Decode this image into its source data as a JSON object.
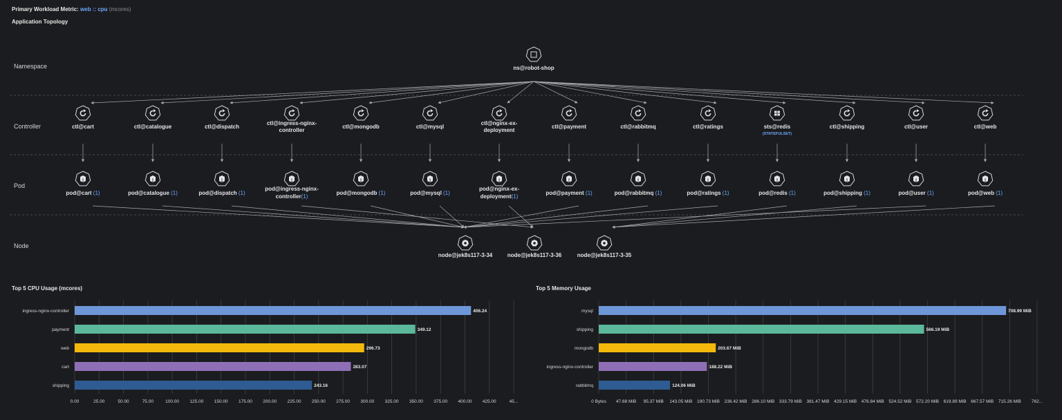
{
  "header": {
    "metric_label": "Primary Workload Metric:",
    "metric_link": "web :: cpu",
    "metric_unit": "(mcores)",
    "topology_title": "Application Topology"
  },
  "rows": {
    "namespace": "Namespace",
    "controller": "Controller",
    "pod": "Pod",
    "node": "Node"
  },
  "namespace": {
    "label": "ns@robot-shop"
  },
  "controllers": [
    {
      "label": "ctl@cart",
      "icon": "refresh-icon"
    },
    {
      "label": "ctl@catalogue",
      "icon": "refresh-icon"
    },
    {
      "label": "ctl@dispatch",
      "icon": "refresh-icon"
    },
    {
      "label": "ctl@ingress-nginx-controller",
      "icon": "refresh-icon"
    },
    {
      "label": "ctl@mongodb",
      "icon": "refresh-icon"
    },
    {
      "label": "ctl@mysql",
      "icon": "refresh-icon"
    },
    {
      "label": "ctl@nginx-ex-deployment",
      "icon": "refresh-icon"
    },
    {
      "label": "ctl@payment",
      "icon": "refresh-icon"
    },
    {
      "label": "ctl@rabbitmq",
      "icon": "refresh-icon"
    },
    {
      "label": "ctl@ratings",
      "icon": "refresh-icon"
    },
    {
      "label": "sts@redis",
      "sub": "(STATEFULSET)",
      "icon": "statefulset-icon"
    },
    {
      "label": "ctl@shipping",
      "icon": "refresh-icon"
    },
    {
      "label": "ctl@user",
      "icon": "refresh-icon"
    },
    {
      "label": "ctl@web",
      "icon": "refresh-icon"
    }
  ],
  "pods": [
    {
      "label": "pod@cart",
      "count": "(1)"
    },
    {
      "label": "pod@catalogue",
      "count": "(1)"
    },
    {
      "label": "pod@dispatch",
      "count": "(1)"
    },
    {
      "label": "pod@ingress-nginx-controller",
      "count": "(1)"
    },
    {
      "label": "pod@mongodb",
      "count": "(1)"
    },
    {
      "label": "pod@mysql",
      "count": "(1)"
    },
    {
      "label": "pod@nginx-ex-deployment",
      "count": "(1)"
    },
    {
      "label": "pod@payment",
      "count": "(1)"
    },
    {
      "label": "pod@rabbitmq",
      "count": "(1)"
    },
    {
      "label": "pod@ratings",
      "count": "(1)"
    },
    {
      "label": "pod@redis",
      "count": "(1)"
    },
    {
      "label": "pod@shipping",
      "count": "(1)"
    },
    {
      "label": "pod@user",
      "count": "(1)"
    },
    {
      "label": "pod@web",
      "count": "(1)"
    }
  ],
  "nodes": [
    {
      "label": "node@jek8s117-3-34"
    },
    {
      "label": "node@jek8s117-3-36"
    },
    {
      "label": "node@jek8s117-3-35"
    }
  ],
  "pod_node_map": [
    0,
    0,
    0,
    1,
    0,
    0,
    1,
    0,
    0,
    0,
    2,
    2,
    0,
    2
  ],
  "chart_data": [
    {
      "type": "bar",
      "orientation": "horizontal",
      "title": "Top 5 CPU Usage (mcores)",
      "categories": [
        "ingress-nginx-controller",
        "payment",
        "web",
        "cart",
        "shipping"
      ],
      "values": [
        406.24,
        349.12,
        296.73,
        283.07,
        243.16
      ],
      "value_labels": [
        "406.24",
        "349.12",
        "296.73",
        "283.07",
        "243.16"
      ],
      "colors": [
        "#6d97d8",
        "#5bb89a",
        "#f2b90c",
        "#8e6fb5",
        "#2e5c92"
      ],
      "ticks": [
        "0.00",
        "25.00",
        "50.00",
        "75.00",
        "100.00",
        "125.00",
        "150.00",
        "175.00",
        "200.00",
        "225.00",
        "250.00",
        "275.00",
        "300.00",
        "325.00",
        "350.00",
        "375.00",
        "400.00",
        "425.00",
        "45..."
      ],
      "xlim": [
        0,
        450
      ],
      "grid": true
    },
    {
      "type": "bar",
      "orientation": "horizontal",
      "title": "Top 5 Memory Usage",
      "categories": [
        "mysql",
        "shipping",
        "mongodb",
        "ingress-nginx-controller",
        "rabbitmq"
      ],
      "values": [
        708.99,
        566.19,
        203.67,
        188.22,
        124.06
      ],
      "value_labels": [
        "708.99 MiB",
        "566.19 MiB",
        "203.67 MiB",
        "188.22 MiB",
        "124.06 MiB"
      ],
      "colors": [
        "#6d97d8",
        "#5bb89a",
        "#f2b90c",
        "#8e6fb5",
        "#2e5c92"
      ],
      "ticks": [
        "0 Bytes",
        "47.68 MiB",
        "95.37 MiB",
        "143.05 MiB",
        "190.73 MiB",
        "238.42 MiB",
        "286.10 MiB",
        "333.79 MiB",
        "381.47 MiB",
        "429.15 MiB",
        "476.84 MiB",
        "524.52 MiB",
        "572.20 MiB",
        "619.89 MiB",
        "667.57 MiB",
        "715.26 MiB",
        "762..."
      ],
      "xlim": [
        0,
        762.94
      ],
      "grid": true
    }
  ]
}
